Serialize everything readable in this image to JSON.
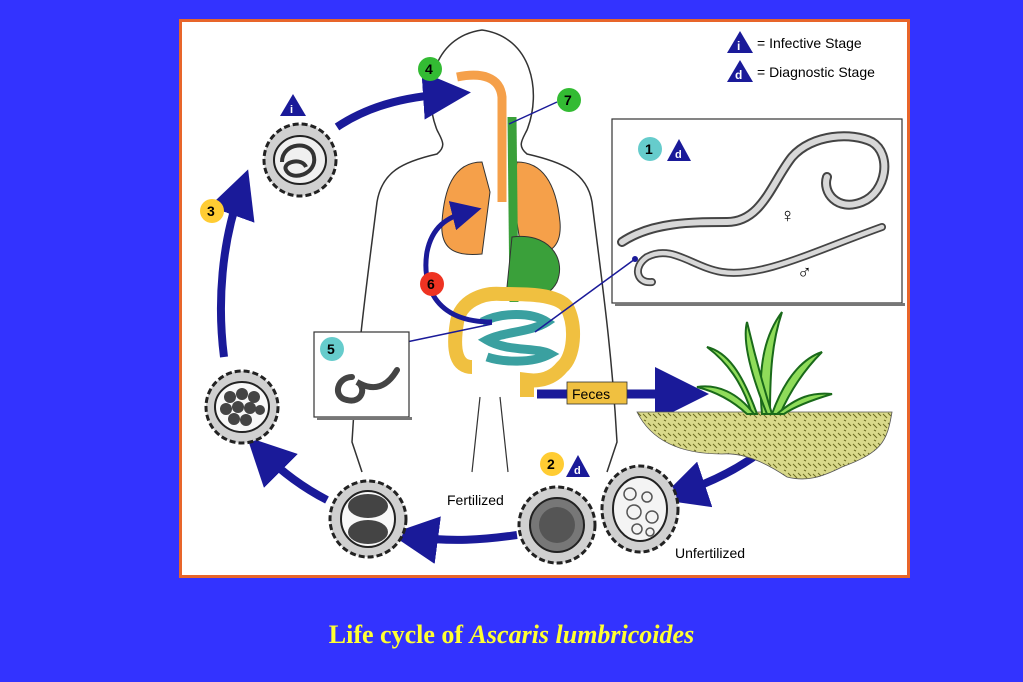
{
  "legend": {
    "infective_symbol": "i",
    "infective_label": "= Infective Stage",
    "diagnostic_symbol": "d",
    "diagnostic_label": "= Diagnostic Stage"
  },
  "steps": [
    {
      "number": "1",
      "stage": "d"
    },
    {
      "number": "2",
      "stage": "d"
    },
    {
      "number": "3",
      "stage": "i"
    },
    {
      "number": "4"
    },
    {
      "number": "5"
    },
    {
      "number": "6"
    },
    {
      "number": "7"
    }
  ],
  "labels": {
    "feces": "Feces",
    "fertilized": "Fertilized",
    "unfertilized": "Unfertilized",
    "female": "♀",
    "male": "♂"
  },
  "caption": {
    "prefix": "Life cycle of ",
    "species": "Ascaris lumbricoides"
  },
  "colors": {
    "background": "#3333ff",
    "panel_border": "#e8652a",
    "caption": "#ffff33",
    "arrow": "#1a1a99",
    "badge_green": "#33bb33",
    "badge_yellow": "#ffcc33",
    "badge_cyan": "#66cccc",
    "badge_red": "#ee3322"
  }
}
